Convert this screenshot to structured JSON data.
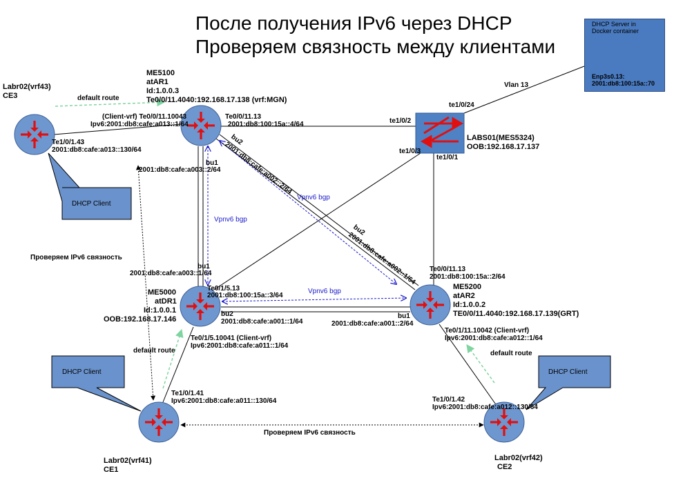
{
  "title": {
    "line1": "После получения IPv6 через DHCP",
    "line2": "Проверяем связность между клиентами"
  },
  "dhcp_server": {
    "title": "DHCP Server in Docker container",
    "title_line1": "DHCP Server in",
    "title_line2": "Docker container",
    "iface_line1": "Enp3s0.13:",
    "iface_line2": "2001:db8:100:15a::70"
  },
  "vlan_label": "Vlan 13",
  "nodes": {
    "me5100": {
      "name": "ME5100",
      "role": "atAR1",
      "id": "Id:1.0.0.3",
      "iface": "Te0/0/11.4040:192.168.17.138 (vrf:MGN)"
    },
    "me5000": {
      "name": "ME5000",
      "role": "atDR1",
      "id": "Id:1.0.0.1",
      "oob": "OOB:192.168.17.146"
    },
    "me5200": {
      "name": "ME5200",
      "role": "atAR2",
      "id": "Id:1.0.0.2",
      "iface": "TE0/0/11.4040:192.168.17.139(GRT)"
    },
    "labs01": {
      "name": "LABS01(MES5324)",
      "oob": "OOB:192.168.17.137"
    },
    "ce3": {
      "name": "Labr02(vrf43)",
      "ce": "CE3"
    },
    "ce1": {
      "name": "Labr02(vrf41)",
      "ce": "CE1"
    },
    "ce2": {
      "name": "Labr02(vrf42)",
      "ce": "CE2"
    }
  },
  "labels": {
    "default_route": "default route",
    "check_ipv6": "Проверяем IPv6 связность",
    "dhcp_client": "DHCP Client",
    "vpnv6_bgp": "Vpnv6 bgp"
  },
  "links": {
    "ce3_if": "Te1/0/1.43",
    "ce3_ip": "2001:db8:cafe:a013::130/64",
    "me5100_client_if": "(Client-vrf) Te0/0/11.10043",
    "me5100_client_ip": "Ipv6:2001:db8:cafe:a013::1/64",
    "me5100_te13": "Te0/0/11.13",
    "me5100_te13_ip": "2001:db8:100:15a::4/64",
    "me5100_bu1_ip": "2001:db8:cafe:a003::2/64",
    "me5100_bu1": "bu1",
    "me5100_bu2": "bu2",
    "me5100_bu2_ip": "2001:db8:cafe:a002::2/64",
    "labs_te2": "te1/0/2",
    "labs_te24": "te1/0/24",
    "labs_te3": "te1/0/3",
    "labs_te1": "te1/0/1",
    "me5200_bu2": "bu2",
    "me5200_bu2_ip": "2001:db8:cafe:a002::1/64",
    "me5200_te13": "Te0/0/11.13",
    "me5200_te13_ip": "2001:db8:100:15a::2/64",
    "me5000_bu1": "bu1",
    "me5000_bu1_ip": "2001:db8:cafe:a003::1/64",
    "me5000_te": "Te0/1/5.13",
    "me5000_te_ip": "2001:db8:100:15a::3/64",
    "me5000_bu2": "bu2",
    "me5000_bu2_ip": "2001:db8:cafe:a001::1/64",
    "me5200_bu1": "bu1",
    "me5200_bu1_ip": "2001:db8:cafe:a001::2/64",
    "me5000_client_if": "Te0/1/5.10041 (Client-vrf)",
    "me5000_client_ip": "Ipv6:2001:db8:cafe:a011::1/64",
    "me5200_client_if": "Te0/1/11.10042 (Client-vrf)",
    "me5200_client_ip": "Ipv6:2001:db8:cafe:a012::1/64",
    "ce1_if": "Te1/0/1.41",
    "ce1_ip": "Ipv6:2001:db8:cafe:a011::130/64",
    "ce2_if": "Te1/0/1.42",
    "ce2_ip": "Ipv6:2001:db8:cafe:a012::130/64"
  },
  "colors": {
    "router_fill": "#6f97cf",
    "router_stroke": "#3d5f95",
    "arrow_red": "#e01010",
    "switch_fill": "#4f82c4",
    "callout_fill": "#6a92cc",
    "default_route_green": "#7fd4a0",
    "bgp_blue": "#2a2acc"
  }
}
